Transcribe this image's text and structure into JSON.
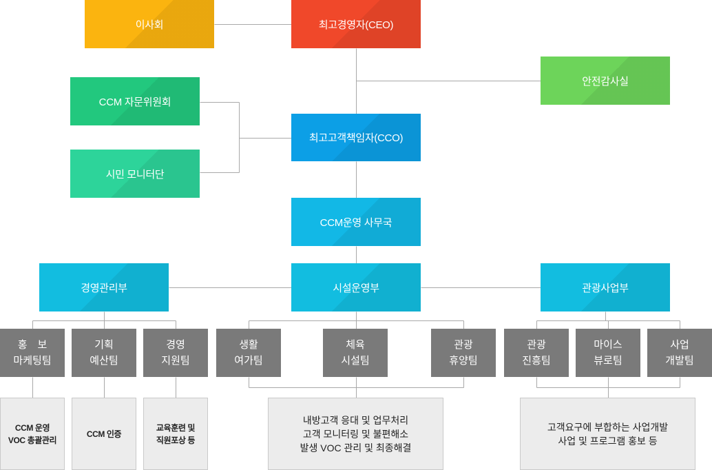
{
  "colors": {
    "board": "#fbb40f",
    "ceo": "#f0482a",
    "safety": "#6dd45a",
    "advisory": "#22c87e",
    "citizen": "#2dd49a",
    "cco": "#0c9fe6",
    "office": "#12b8e6",
    "dept": "#12bde0",
    "team": "#7a7a7a",
    "note": "#ececec",
    "line": "#a8a8a8"
  },
  "nodes": {
    "board": "이사회",
    "ceo": "최고경영자(CEO)",
    "safety": "안전감사실",
    "advisory": "CCM 자문위원회",
    "citizen": "시민 모니터단",
    "cco": "최고고객책임자(CCO)",
    "office": "CCM운영 사무국",
    "dept_mgmt": "경영관리부",
    "dept_facility": "시설운영부",
    "dept_tourism": "관광사업부"
  },
  "teams": {
    "pr": "홍　보\n마케팅팀",
    "planning": "기획\n예산팀",
    "support": "경영\n지원팀",
    "leisure": "생활\n여가팀",
    "sports": "체육\n시설팀",
    "resort": "관광\n휴양팀",
    "promotion": "관광\n진흥팀",
    "mice": "마이스\n뷰로팀",
    "development": "사업\n개발팀"
  },
  "notes": {
    "voc": "CCM 운영\nVOC 총괄관리",
    "cert": "CCM 인증",
    "training": "교육훈련 및\n직원포상 등",
    "facility": "내방고객 응대 및 업무처리\n고객 모니터링 및 불편해소\n발생 VOC 관리 및 최종해결",
    "tourism": "고객요구에 부합하는 사업개발\n사업 및 프로그램 홍보 등"
  }
}
